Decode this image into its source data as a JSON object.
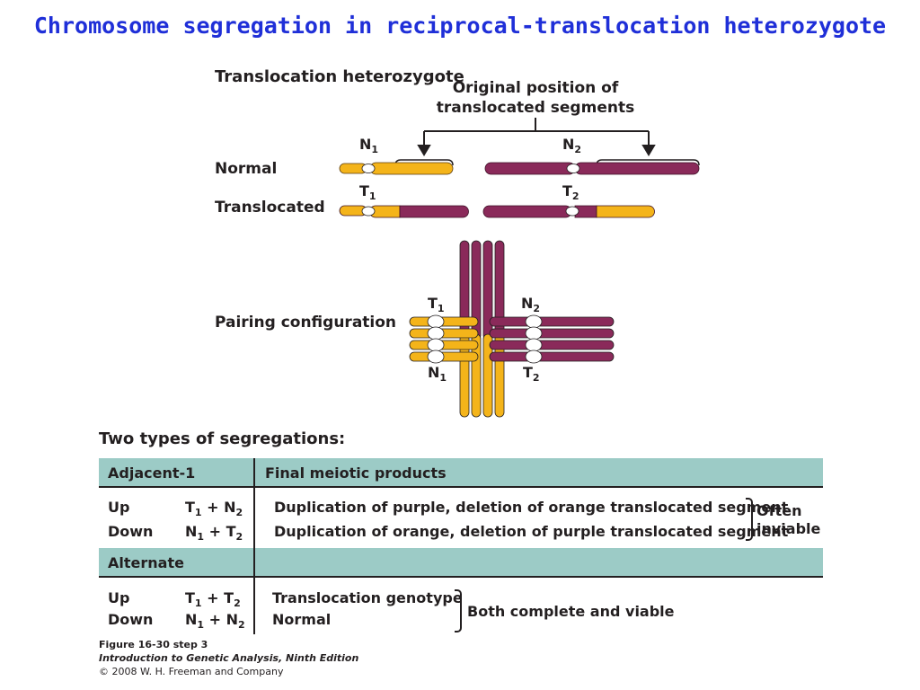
{
  "title": "Chromosome segregation in reciprocal-translocation heterozygote",
  "colors": {
    "title": "#1f2fd8",
    "orange": "#f4b41a",
    "purple": "#8a2a5a",
    "table_band": "#9ccbc6",
    "centromere": "#ffffff"
  },
  "diagram": {
    "heading": "Translocation heterozygote",
    "original_position_line1": "Original position of",
    "original_position_line2": "translocated segments",
    "normal_label": "Normal",
    "translocated_label": "Translocated",
    "pairing_label": "Pairing configuration",
    "chromosomes": [
      {
        "base": "N",
        "sub": "1"
      },
      {
        "base": "N",
        "sub": "2"
      },
      {
        "base": "T",
        "sub": "1"
      },
      {
        "base": "T",
        "sub": "2"
      }
    ]
  },
  "segregation": {
    "heading": "Two types of segregations:",
    "adjacent_header": "Adjacent-1",
    "products_header": "Final meiotic products",
    "alternate_header": "Alternate",
    "adjacent_rows": [
      {
        "dir": "Up",
        "a": "T",
        "a_sub": "1",
        "op": "+",
        "b": "N",
        "b_sub": "2",
        "product": "Duplication of purple, deletion of orange translocated segment"
      },
      {
        "dir": "Down",
        "a": "N",
        "a_sub": "1",
        "op": "+",
        "b": "T",
        "b_sub": "2",
        "product": "Duplication of orange, deletion of purple translocated segment"
      }
    ],
    "adjacent_note_line1": "Often",
    "adjacent_note_line2": "inviable",
    "alternate_rows": [
      {
        "dir": "Up",
        "a": "T",
        "a_sub": "1",
        "op": "+",
        "b": "T",
        "b_sub": "2",
        "product": "Translocation genotype"
      },
      {
        "dir": "Down",
        "a": "N",
        "a_sub": "1",
        "op": "+",
        "b": "N",
        "b_sub": "2",
        "product": "Normal"
      }
    ],
    "alternate_note": "Both complete and viable"
  },
  "caption": {
    "figure": "Figure 16-30 step 3",
    "book": "Introduction to Genetic Analysis, Ninth Edition",
    "copyright": "© 2008 W. H. Freeman and Company"
  }
}
